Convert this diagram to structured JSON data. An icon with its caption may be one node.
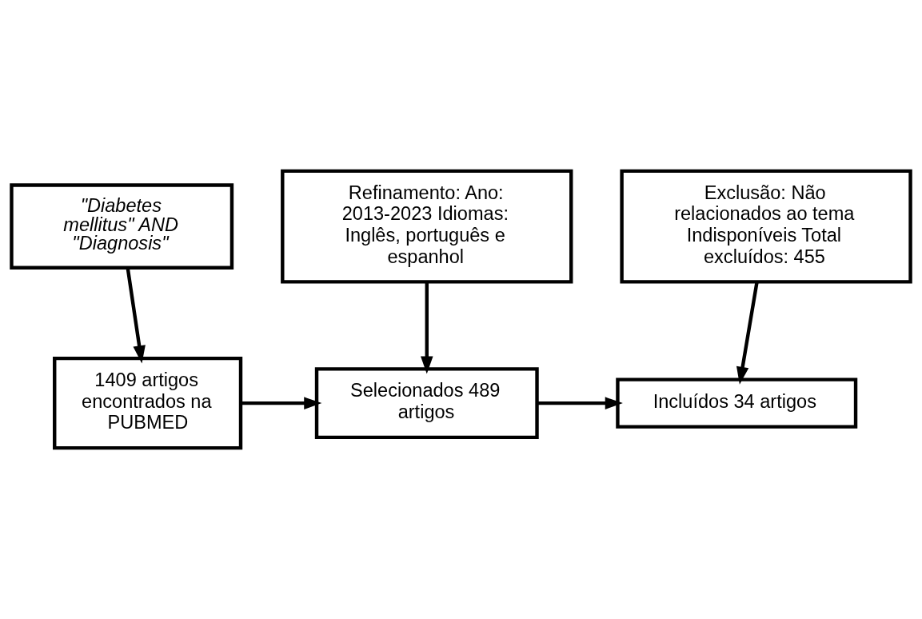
{
  "diagram": {
    "nodes": [
      {
        "text": [
          "\"Diabetes mellitus\" AND \"Diagnosis\""
        ]
      },
      {
        "text": [
          "1409 artigos encontrados na PUBMED"
        ]
      },
      {
        "text": [
          "Refinamento: Ano: 2013-2023 Idiomas: Inglês, português e espanhol"
        ]
      },
      {
        "text": [
          "Selecionados 489 artigos"
        ]
      },
      {
        "text": [
          "Exclusão: Não relacionados ao tema Indisponíveis Total excluídos: 455"
        ]
      },
      {
        "text": [
          "Incluídos 34 artigos"
        ]
      }
    ],
    "edges": [
      {
        "from": 0,
        "to": 1,
        "arrow": "to"
      },
      {
        "from": 1,
        "to": 3,
        "arrow": "to"
      },
      {
        "from": 2,
        "to": 3,
        "arrow": "to"
      },
      {
        "from": 3,
        "to": 5,
        "arrow": "to"
      },
      {
        "from": 4,
        "to": 5,
        "arrow": "to"
      }
    ]
  }
}
